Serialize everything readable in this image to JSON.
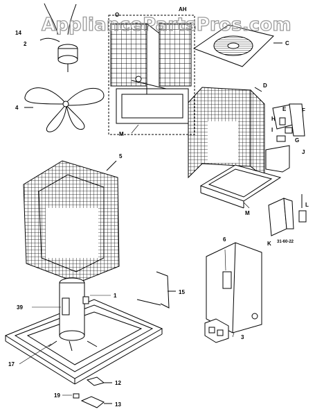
{
  "watermark": "AppliancePartsPros.com",
  "diagram_code": "31-60-22",
  "labels": {
    "p14": "14",
    "p2": "2",
    "p4": "4",
    "pAH": "AH",
    "pO": "O",
    "pC": "C",
    "pD": "D",
    "pE": "E",
    "pF": "F",
    "pH": "H",
    "pI": "I",
    "pG": "G",
    "pJ": "J",
    "pM1": "M",
    "pM2": "M",
    "pK": "K",
    "pL": "L",
    "p5": "5",
    "p6": "6",
    "p1": "1",
    "p39": "39",
    "p15": "15",
    "p3": "3",
    "p17": "17",
    "p12": "12",
    "p19": "19",
    "p13": "13"
  }
}
